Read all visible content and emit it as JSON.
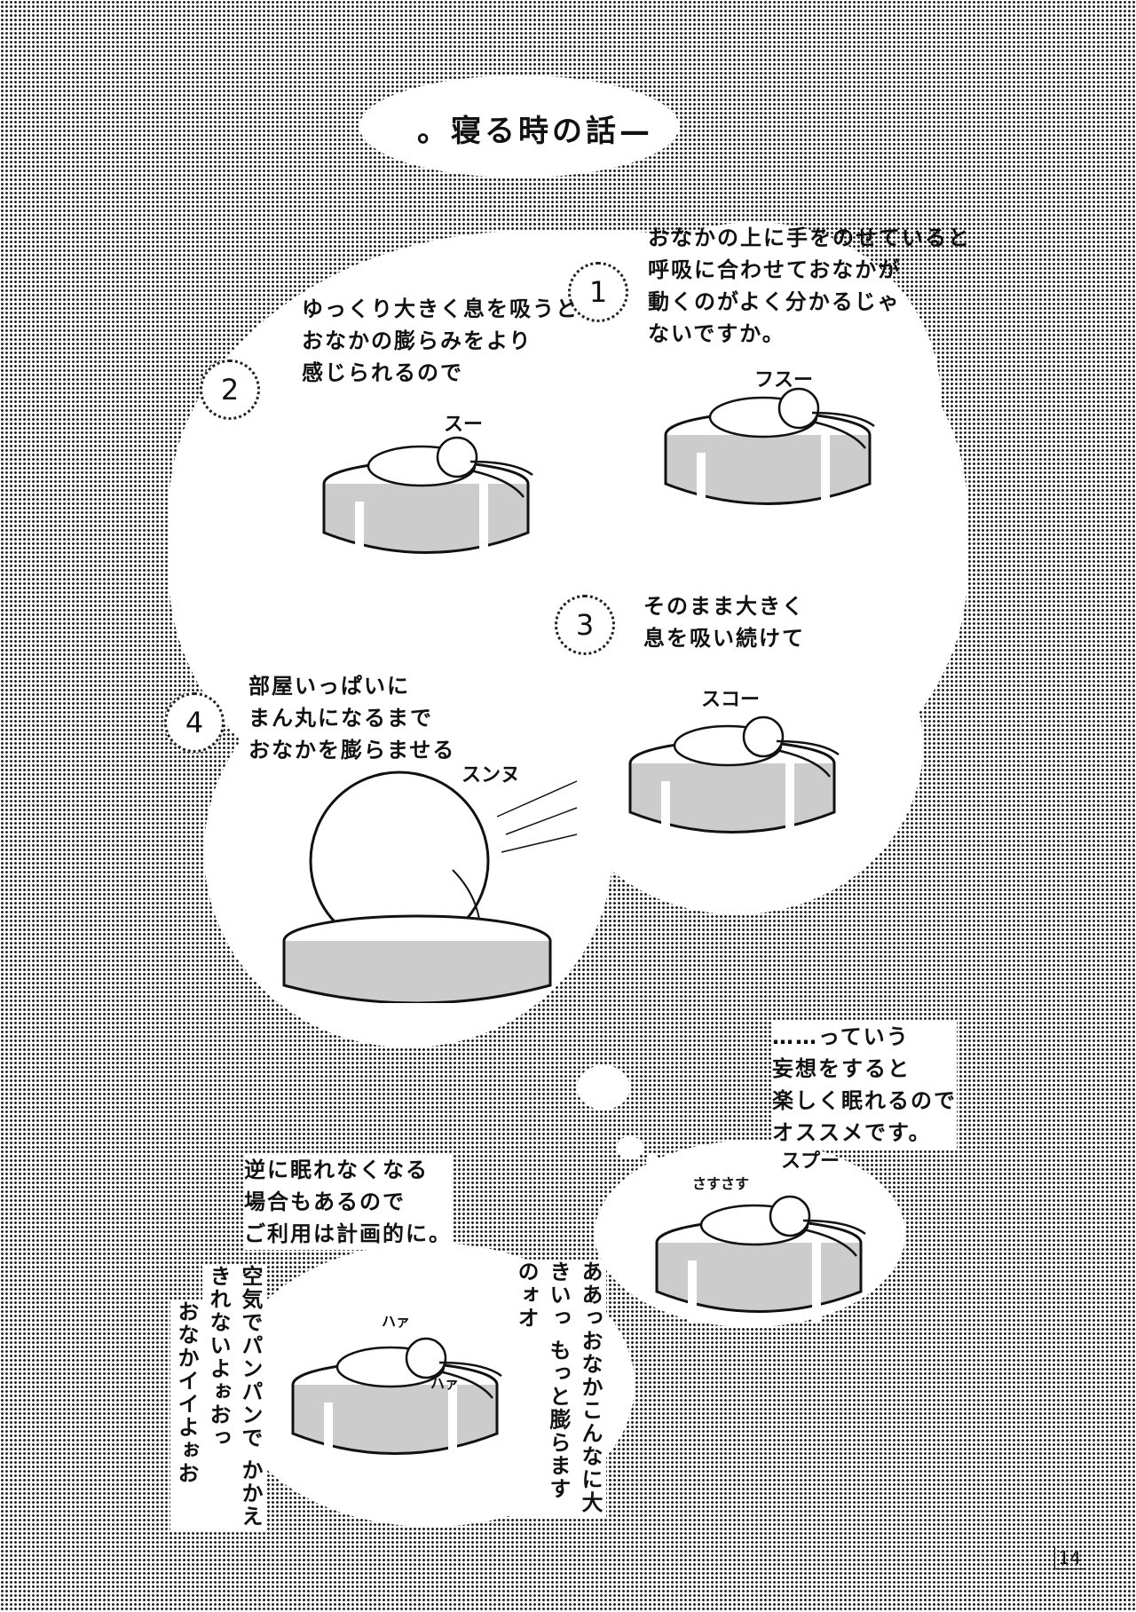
{
  "title": "。寝る時の話—",
  "panels": [
    {
      "number": "1",
      "text": "おなかの上に手をのせていると\n呼吸に合わせておなかが\n動くのがよく分かるじゃ\nないですか。",
      "sfx": "フスー"
    },
    {
      "number": "2",
      "text": "ゆっくり大きく息を吸うと\nおなかの膨らみをより\n感じられるので",
      "sfx": "スー"
    },
    {
      "number": "3",
      "text": "そのまま大きく\n息を吸い続けて",
      "sfx": "スコー"
    },
    {
      "number": "4",
      "text": "部屋いっぱいに\nまん丸になるまで\nおなかを膨らませる",
      "sfx": "スンヌ"
    }
  ],
  "reality": {
    "text": "……っていう\n妄想をすると\n楽しく眠れるので\nオススメです。",
    "sfx": "スプー",
    "sfx2": "さすさす"
  },
  "warning": {
    "text": "逆に眠れなくなる\n場合もあるので\nご利用は計画的に。",
    "line1": "ああっおなかこんなに大きいっ もっと膨らますのォオ",
    "line2": "空気でパンパンで かかえきれないよぉおっ",
    "line3": "おなかイイよぉお",
    "sfx": "ハァ",
    "sfx2": "ハァ"
  },
  "page_number": "14"
}
